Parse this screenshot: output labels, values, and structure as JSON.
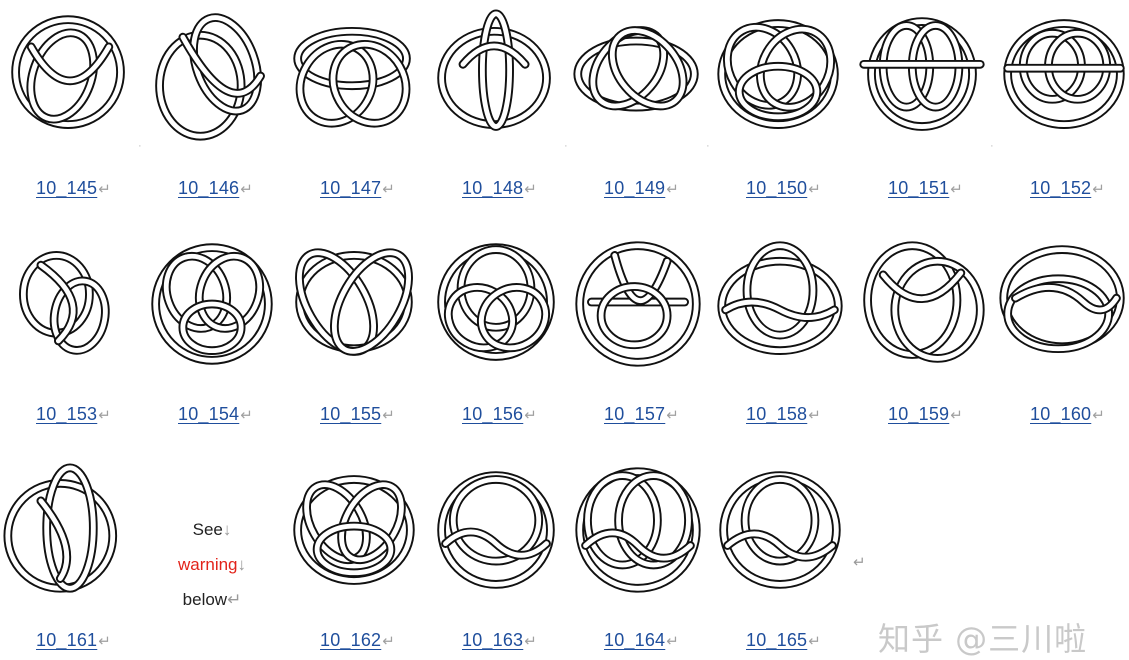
{
  "knots": [
    {
      "label": "10_145"
    },
    {
      "label": "10_146"
    },
    {
      "label": "10_147"
    },
    {
      "label": "10_148"
    },
    {
      "label": "10_149"
    },
    {
      "label": "10_150"
    },
    {
      "label": "10_151"
    },
    {
      "label": "10_152"
    },
    {
      "label": "10_153"
    },
    {
      "label": "10_154"
    },
    {
      "label": "10_155"
    },
    {
      "label": "10_156"
    },
    {
      "label": "10_157"
    },
    {
      "label": "10_158"
    },
    {
      "label": "10_159"
    },
    {
      "label": "10_160"
    },
    {
      "label": "10_161"
    },
    {
      "label": "10_162"
    },
    {
      "label": "10_163"
    },
    {
      "label": "10_164"
    },
    {
      "label": "10_165"
    }
  ],
  "return_mark": "↵",
  "warning": {
    "line1": "See",
    "line2": "warning",
    "line3": "below",
    "arrow": "↓",
    "return_mark": "↵"
  },
  "watermark": "知乎 @三川啦",
  "colors": {
    "link": "#1f4e9c",
    "warning": "#e2231a",
    "watermark": "#c9c9c9",
    "knot_stroke": "#111111"
  }
}
